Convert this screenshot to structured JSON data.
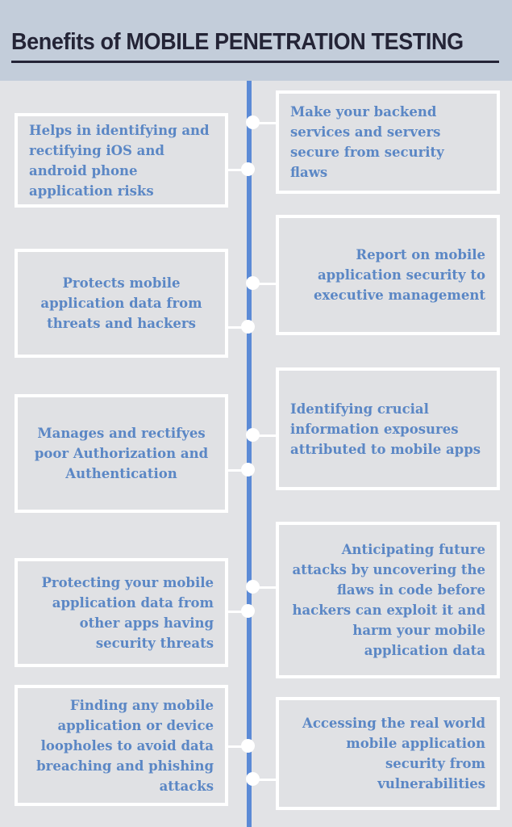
{
  "header": {
    "title": "Benefits of MOBILE PENETRATION TESTING"
  },
  "colors": {
    "header_band": "#c3cdda",
    "page_background": "#e2e3e6",
    "card_background": "#e0e1e4",
    "card_border": "#ffffff",
    "card_text": "#5b87c5",
    "title_text": "#242436",
    "spine": "#5b8ad6",
    "node_dot": "#ffffff"
  },
  "timeline": {
    "orientation": "vertical",
    "node_count": 10,
    "items": [
      {
        "id": 1,
        "side": "right",
        "align": "left",
        "text": "Make your backend services and servers secure from security flaws"
      },
      {
        "id": 2,
        "side": "left",
        "align": "left",
        "text": "Helps in identifying and rectifying iOS and android  phone application risks"
      },
      {
        "id": 3,
        "side": "right",
        "align": "right",
        "text": "Report on mobile application security to executive management"
      },
      {
        "id": 4,
        "side": "left",
        "align": "center",
        "text": "Protects mobile application data from threats and hackers"
      },
      {
        "id": 5,
        "side": "right",
        "align": "left",
        "text": "Identifying crucial information exposures attributed to mobile apps"
      },
      {
        "id": 6,
        "side": "left",
        "align": "center",
        "text": "Manages and rectifyes poor Authorization and Authentication"
      },
      {
        "id": 7,
        "side": "right",
        "align": "right",
        "text": "Anticipating future attacks by uncovering the flaws in code before hackers can  exploit it and harm your mobile application data"
      },
      {
        "id": 8,
        "side": "left",
        "align": "right",
        "text": "Protecting your mobile application data from other  apps having security threats"
      },
      {
        "id": 9,
        "side": "left",
        "align": "right",
        "text": "Finding any mobile application or device loopholes to avoid data breaching and phishing attacks"
      },
      {
        "id": 10,
        "side": "right",
        "align": "right",
        "text": "Accessing the real world mobile application security from vulnerabilities"
      }
    ]
  }
}
